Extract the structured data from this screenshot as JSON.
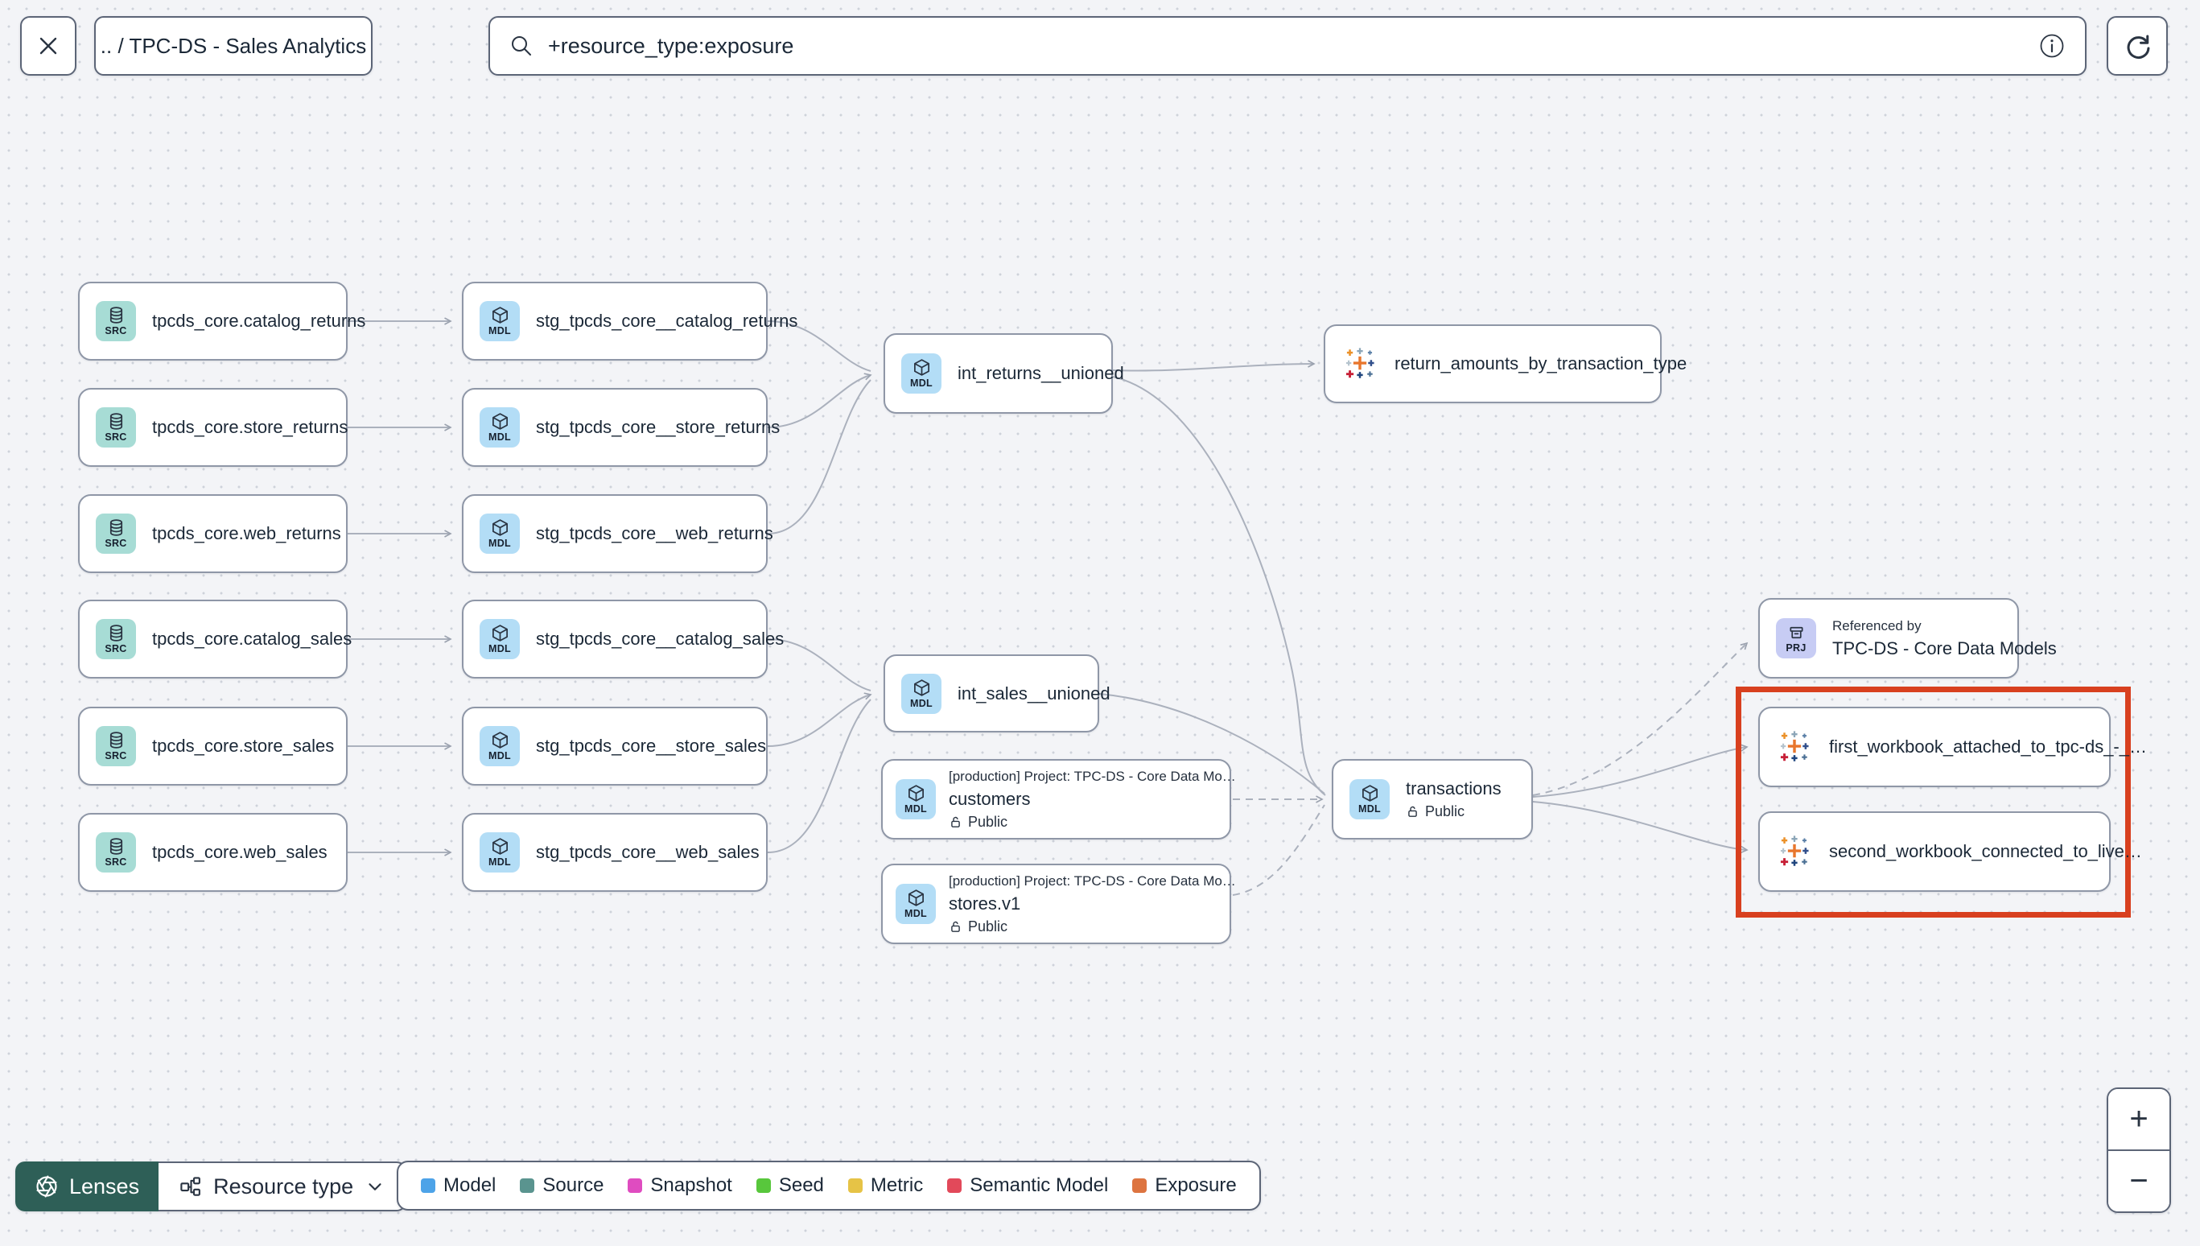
{
  "header": {
    "breadcrumb": ".. / TPC-DS - Sales Analytics",
    "search_value": "+resource_type:exposure"
  },
  "graph": {
    "highlight_color": "#d8401f",
    "nodes": {
      "src_catalog_returns": {
        "badge": "SRC",
        "label": "tpcds_core.catalog_returns"
      },
      "src_store_returns": {
        "badge": "SRC",
        "label": "tpcds_core.store_returns"
      },
      "src_web_returns": {
        "badge": "SRC",
        "label": "tpcds_core.web_returns"
      },
      "src_catalog_sales": {
        "badge": "SRC",
        "label": "tpcds_core.catalog_sales"
      },
      "src_store_sales": {
        "badge": "SRC",
        "label": "tpcds_core.store_sales"
      },
      "src_web_sales": {
        "badge": "SRC",
        "label": "tpcds_core.web_sales"
      },
      "stg_catalog_returns": {
        "badge": "MDL",
        "label": "stg_tpcds_core__catalog_returns"
      },
      "stg_store_returns": {
        "badge": "MDL",
        "label": "stg_tpcds_core__store_returns"
      },
      "stg_web_returns": {
        "badge": "MDL",
        "label": "stg_tpcds_core__web_returns"
      },
      "stg_catalog_sales": {
        "badge": "MDL",
        "label": "stg_tpcds_core__catalog_sales"
      },
      "stg_store_sales": {
        "badge": "MDL",
        "label": "stg_tpcds_core__store_sales"
      },
      "stg_web_sales": {
        "badge": "MDL",
        "label": "stg_tpcds_core__web_sales"
      },
      "int_returns": {
        "badge": "MDL",
        "label": "int_returns__unioned"
      },
      "int_sales": {
        "badge": "MDL",
        "label": "int_sales__unioned"
      },
      "return_amounts": {
        "label": "return_amounts_by_transaction_type"
      },
      "customers": {
        "badge": "MDL",
        "project": "[production] Project: TPC-DS - Core Data Mo…",
        "label": "customers",
        "access": "Public"
      },
      "stores": {
        "badge": "MDL",
        "project": "[production] Project: TPC-DS - Core Data Mo…",
        "label": "stores.v1",
        "access": "Public"
      },
      "transactions": {
        "badge": "MDL",
        "label": "transactions",
        "access": "Public"
      },
      "referenced_by": {
        "badge": "PRJ",
        "title": "Referenced by",
        "label": "TPC-DS - Core Data Models"
      },
      "workbook_first": {
        "label": "first_workbook_attached_to_tpc-ds_-_…"
      },
      "workbook_second": {
        "label": "second_workbook_connected_to_live…"
      }
    }
  },
  "footer": {
    "lenses_label": "Lenses",
    "resource_type_label": "Resource type",
    "legend": [
      {
        "label": "Model",
        "color": "#4da3e8"
      },
      {
        "label": "Source",
        "color": "#5a948f"
      },
      {
        "label": "Snapshot",
        "color": "#df4cc0"
      },
      {
        "label": "Seed",
        "color": "#58c73c"
      },
      {
        "label": "Metric",
        "color": "#e6c346"
      },
      {
        "label": "Semantic Model",
        "color": "#e2495a"
      },
      {
        "label": "Exposure",
        "color": "#dd7440"
      }
    ]
  },
  "zoom_controls": {
    "zoom_in": "+",
    "zoom_out": "−"
  }
}
